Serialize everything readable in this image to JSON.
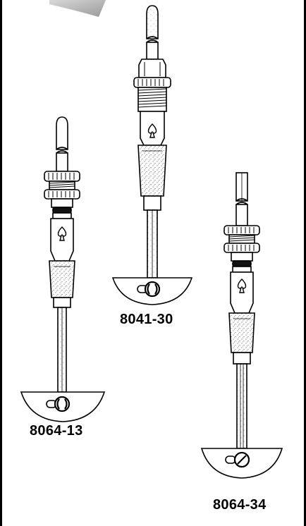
{
  "parts": [
    {
      "id": "a",
      "label": "8064-13"
    },
    {
      "id": "b",
      "label": "8041-30"
    },
    {
      "id": "c",
      "label": "8064-34"
    }
  ],
  "icons": [
    "spade-icon",
    "rotation-symbol-icon",
    "slotted-screw-icon"
  ],
  "colors": {
    "line": "#000000",
    "background": "#ffffff",
    "shadow": "#b8b8b8"
  }
}
